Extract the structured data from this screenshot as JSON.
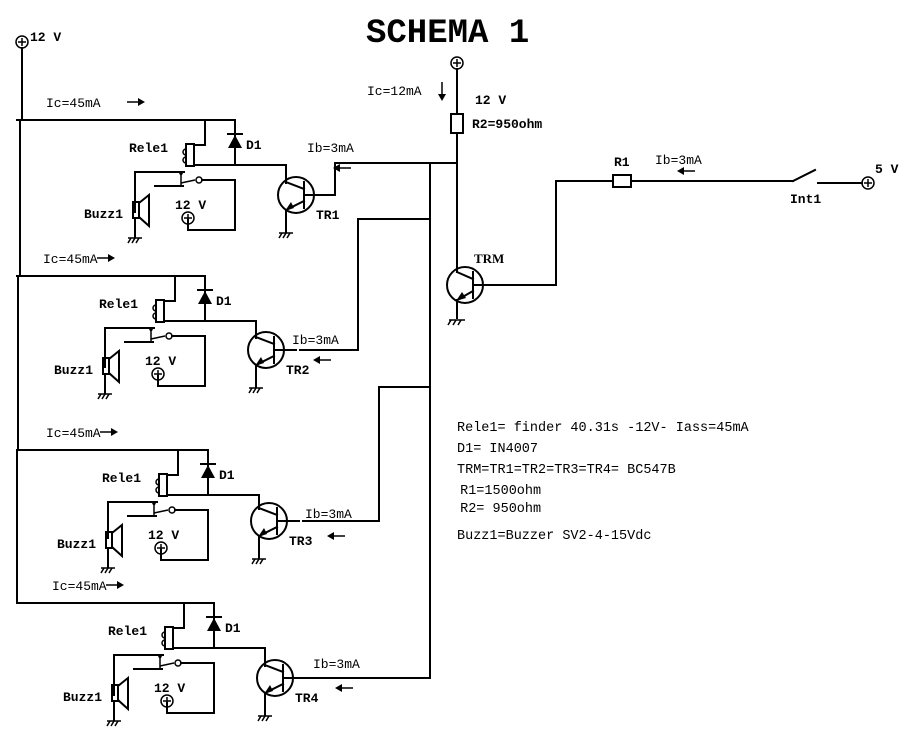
{
  "title": "SCHEMA 1",
  "supply": {
    "main_label": "12 V",
    "trm_supply_label": "12 V",
    "trm_collector_current": "Ic=12mA",
    "input_supply_label": "5 V"
  },
  "trm_stage": {
    "transistor_label": "TRM",
    "r2_label": "R2=950ohm",
    "r1_label": "R1",
    "r1_base_current": "Ib=3mA",
    "switch_label": "Int1"
  },
  "channels": [
    {
      "ic": "Ic=45mA",
      "relay": "Rele1",
      "diode": "D1",
      "buzzer": "Buzz1",
      "supply": "12 V",
      "ib": "Ib=3mA",
      "transistor": "TR1"
    },
    {
      "ic": "Ic=45mA",
      "relay": "Rele1",
      "diode": "D1",
      "buzzer": "Buzz1",
      "supply": "12 V",
      "ib": "Ib=3mA",
      "transistor": "TR2"
    },
    {
      "ic": "Ic=45mA",
      "relay": "Rele1",
      "diode": "D1",
      "buzzer": "Buzz1",
      "supply": "12 V",
      "ib": "Ib=3mA",
      "transistor": "TR3"
    },
    {
      "ic": "Ic=45mA",
      "relay": "Rele1",
      "diode": "D1",
      "buzzer": "Buzz1",
      "supply": "12 V",
      "ib": "Ib=3mA",
      "transistor": "TR4"
    }
  ],
  "notes": [
    "Rele1= finder 40.31s -12V- Iass=45mA",
    "D1= IN4007",
    "TRM=TR1=TR2=TR3=TR4= BC547B",
    " R1=1500ohm",
    " R2= 950ohm",
    "Buzz1=Buzzer SV2-4-15Vdc"
  ],
  "icons": {
    "supply": "plus-circle",
    "ground": "ground",
    "arrow": "arrow"
  }
}
